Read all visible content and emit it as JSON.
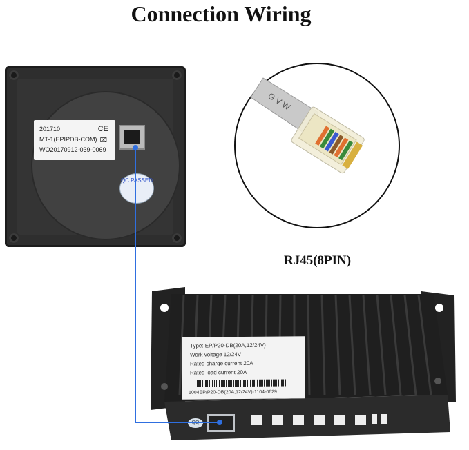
{
  "title": "Connection Wiring",
  "meter": {
    "label_line1": "201710",
    "label_ce": "CE",
    "label_line2": "MT-1(EPIPDB-COM)",
    "label_line3": "WO20170912-039-0069",
    "qc_text": "QC PASSED"
  },
  "cable": {
    "print_text": "G  V W",
    "caption": "RJ45(8PIN)"
  },
  "controller": {
    "type_line": "Type:  EP/P20-DB(20A,12/24V)",
    "voltage_line": "Work voltage 12/24V",
    "charge_line": "Rated charge current 20A",
    "load_line": "Rated load current 20A",
    "serial_line": "1004EP/P20-DB(20A,12/24V)-1104-0629",
    "port_mark": "QQ"
  },
  "colors": {
    "wire": "#2f6fe0",
    "meter_body": "#2e2e2e",
    "controller_body": "#1f1f1f"
  }
}
